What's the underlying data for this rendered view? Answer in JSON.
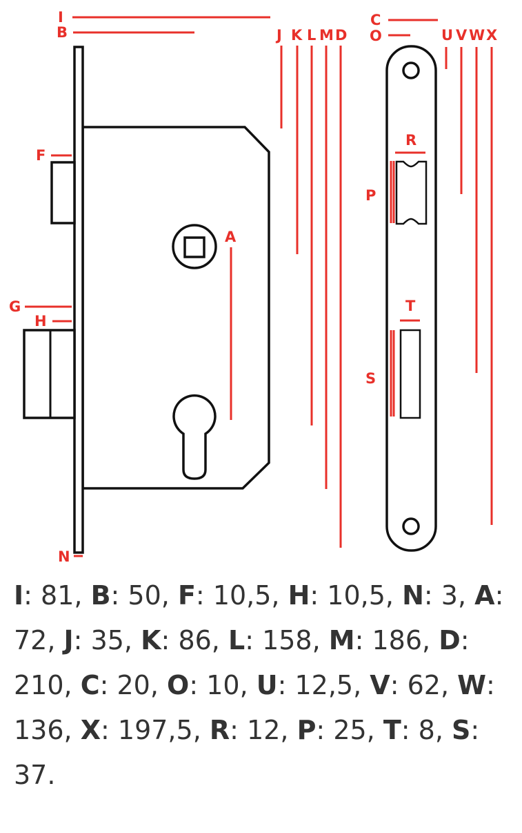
{
  "labels": {
    "I": "I",
    "B": "B",
    "F": "F",
    "A": "A",
    "G": "G",
    "H": "H",
    "N": "N",
    "J": "J",
    "K": "K",
    "L": "L",
    "M": "M",
    "D": "D",
    "C": "C",
    "O": "O",
    "U": "U",
    "V": "V",
    "W": "W",
    "X": "X",
    "R": "R",
    "P": "P",
    "T": "T",
    "S": "S"
  },
  "dimensions": [
    {
      "key": "I",
      "value": "81"
    },
    {
      "key": "B",
      "value": "50"
    },
    {
      "key": "F",
      "value": "10,5"
    },
    {
      "key": "H",
      "value": "10,5"
    },
    {
      "key": "N",
      "value": "3"
    },
    {
      "key": "A",
      "value": "72"
    },
    {
      "key": "J",
      "value": "35"
    },
    {
      "key": "K",
      "value": "86"
    },
    {
      "key": "L",
      "value": "158"
    },
    {
      "key": "M",
      "value": "186"
    },
    {
      "key": "D",
      "value": "210"
    },
    {
      "key": "C",
      "value": "20"
    },
    {
      "key": "O",
      "value": "10"
    },
    {
      "key": "U",
      "value": "12,5"
    },
    {
      "key": "V",
      "value": "62"
    },
    {
      "key": "W",
      "value": "136"
    },
    {
      "key": "X",
      "value": "197,5"
    },
    {
      "key": "R",
      "value": "12"
    },
    {
      "key": "P",
      "value": "25"
    },
    {
      "key": "T",
      "value": "8"
    },
    {
      "key": "S",
      "value": "37"
    }
  ],
  "colors": {
    "dimension_line": "#e8302a",
    "outline": "#111111"
  }
}
